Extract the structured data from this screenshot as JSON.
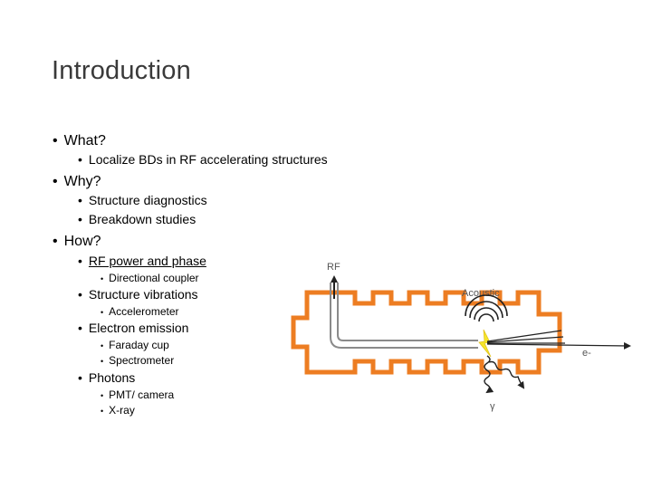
{
  "slide": {
    "title": "Introduction",
    "bullets": {
      "what": {
        "label": "What?",
        "items": [
          "Localize BDs in RF accelerating structures"
        ]
      },
      "why": {
        "label": "Why?",
        "items": [
          "Structure diagnostics",
          "Breakdown studies"
        ]
      },
      "how": {
        "label": "How?",
        "items": [
          {
            "label": "RF power and phase",
            "subitems": [
              "Directional coupler"
            ]
          },
          {
            "label": "Structure vibrations",
            "subitems": [
              "Accelerometer"
            ]
          },
          {
            "label": "Electron emission",
            "subitems": [
              "Faraday cup",
              "Spectrometer"
            ]
          },
          {
            "label": "Photons",
            "subitems": [
              "PMT/ camera",
              "X-ray"
            ]
          }
        ]
      }
    },
    "bullet_glyph": "•"
  },
  "diagram": {
    "labels": {
      "rf": "RF",
      "acoustic": "Acoustic",
      "electron": "e-",
      "gamma": "γ"
    },
    "colors": {
      "structure": "#ED7D22",
      "spark": "#F5E62A",
      "arrow": "#222222",
      "label": "#555555"
    }
  }
}
